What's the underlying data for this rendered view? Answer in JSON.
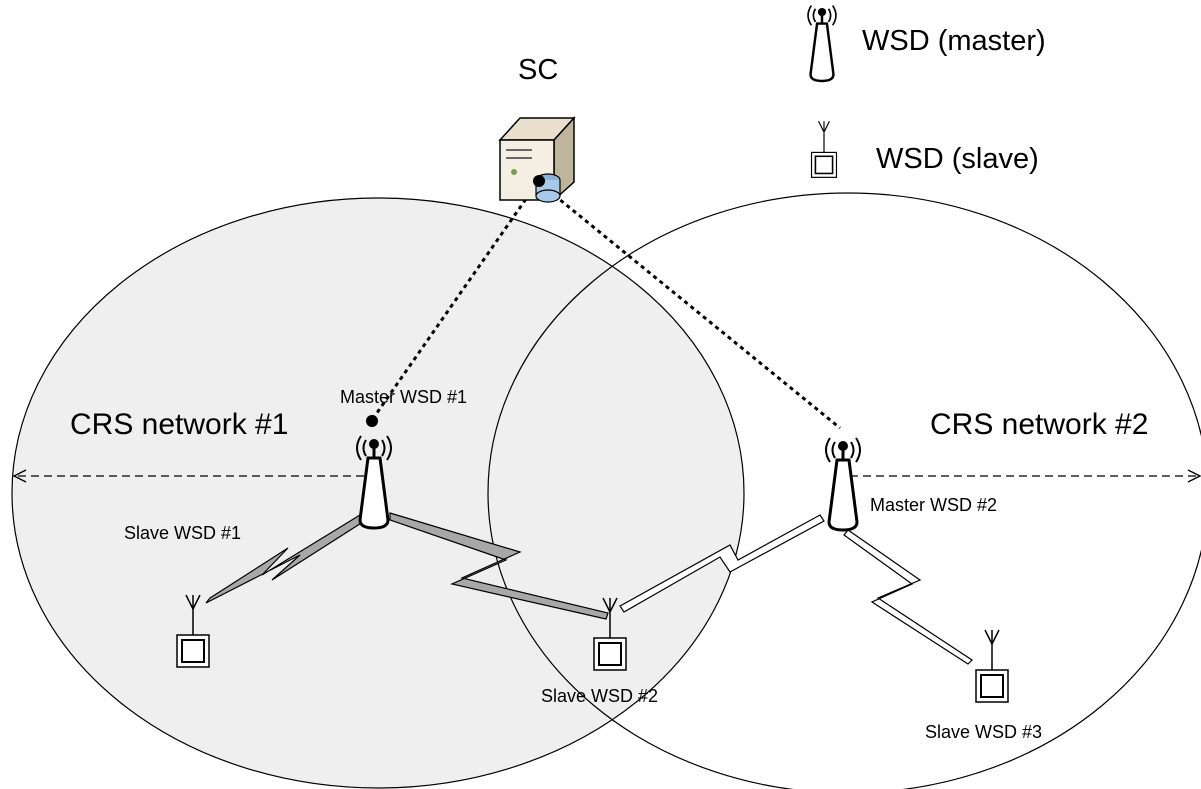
{
  "legend": {
    "master_label": "WSD (master)",
    "slave_label": "WSD (slave)"
  },
  "server": {
    "label": "SC",
    "icon": "server-icon"
  },
  "networks": [
    {
      "label": "CRS network #1",
      "fill": "#efefef"
    },
    {
      "label": "CRS network #2",
      "fill": "none"
    }
  ],
  "masters": [
    {
      "label": "Master WSD #1",
      "icon": "master-antenna-icon"
    },
    {
      "label": "Master WSD #2",
      "icon": "master-antenna-icon"
    }
  ],
  "slaves": [
    {
      "label": "Slave WSD #1",
      "icon": "slave-terminal-icon"
    },
    {
      "label": "Slave WSD #2",
      "icon": "slave-terminal-icon"
    },
    {
      "label": "Slave WSD #3",
      "icon": "slave-terminal-icon"
    }
  ],
  "colors": {
    "link_network1": "#a8a8a8",
    "link_network2": "#ffffff",
    "outline": "#000000"
  }
}
